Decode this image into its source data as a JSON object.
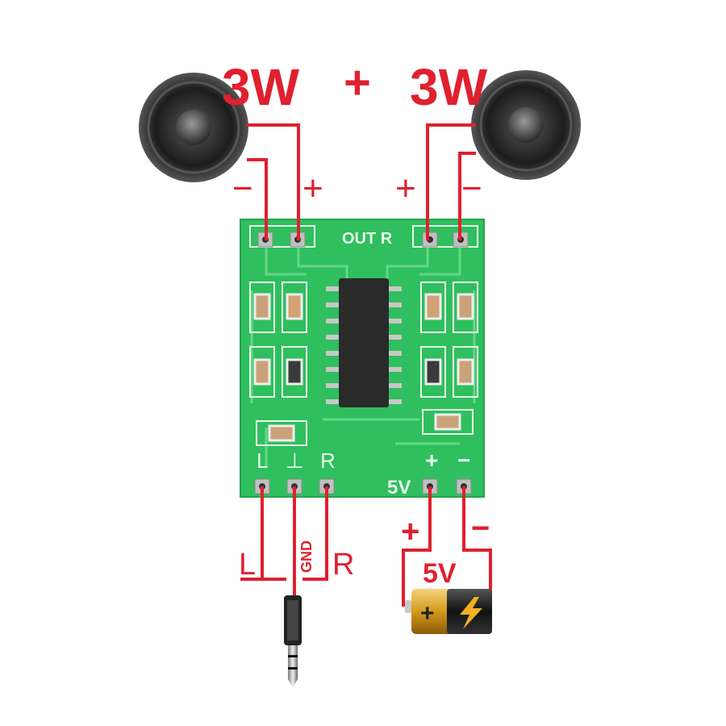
{
  "title": {
    "left_power": "3W",
    "plus": "+",
    "right_power": "3W"
  },
  "speakers": {
    "left": {
      "plus": "+",
      "minus": "−"
    },
    "right": {
      "plus": "+",
      "minus": "−"
    }
  },
  "board": {
    "out_label": "OUT R",
    "pin_l": "L",
    "pin_gnd": "⊥",
    "pin_r": "R",
    "pin_plus": "+",
    "pin_minus": "−",
    "voltage": "5V"
  },
  "audio_input": {
    "l": "L",
    "gnd": "GND",
    "r": "R"
  },
  "power": {
    "plus": "+",
    "minus": "−",
    "voltage": "5V"
  },
  "colors": {
    "wire": "#e0202e",
    "pcb": "#2fbf5e",
    "pcb_dark": "#1e9a45",
    "chip": "#2a2a2a",
    "battery_gold": "#d49a1a"
  }
}
